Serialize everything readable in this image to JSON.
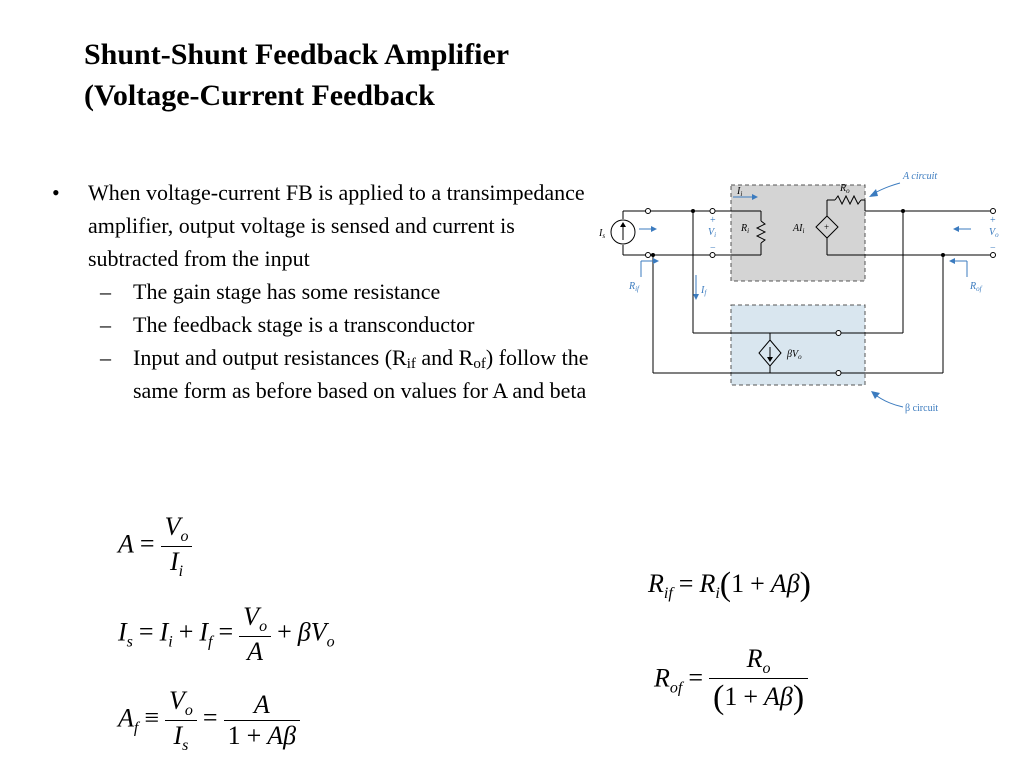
{
  "title": {
    "line1": "Shunt-Shunt Feedback Amplifier",
    "line2": "(Voltage-Current Feedback"
  },
  "bullets": {
    "main_mark": "•",
    "main": "When voltage-current FB is applied to a transimpedance amplifier, output voltage is sensed and current is subtracted from the input",
    "sub_mark": "–",
    "sub1": "The gain stage has some resistance",
    "sub2": "The feedback stage is a transconductor",
    "sub3_a": "Input and output resistances (R",
    "sub3_if": "if",
    "sub3_b": " and R",
    "sub3_of": "of",
    "sub3_c": ") follow the same form as before based on values for A and beta"
  },
  "diagram": {
    "a_circuit": "A circuit",
    "beta_circuit": "β circuit",
    "Ii": "I",
    "Ii_sub": "i",
    "Ro": "R",
    "Ro_sub": "o",
    "Ri": "R",
    "Ri_sub": "i",
    "AIi": "AI",
    "AIi_sub": "i",
    "Is": "I",
    "Is_sub": "s",
    "Vi": "V",
    "Vi_sub": "i",
    "Vo": "V",
    "Vo_sub": "o",
    "Rif": "R",
    "Rif_sub": "if",
    "Rof": "R",
    "Rof_sub": "of",
    "If": "I",
    "If_sub": "f",
    "betaVo": "βV",
    "betaVo_sub": "o",
    "plus": "+",
    "minus": "−"
  },
  "equations": {
    "A": "A",
    "V": "V",
    "I": "I",
    "o": "o",
    "i": "i",
    "s": "s",
    "f": "f",
    "R": "R",
    "if": "if",
    "of": "of",
    "eq": "=",
    "equiv": "≡",
    "plus": "+",
    "one": "1",
    "beta": "β",
    "lparen": "(",
    "rparen": ")"
  }
}
